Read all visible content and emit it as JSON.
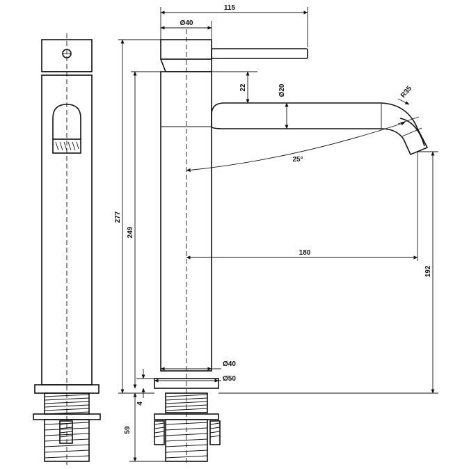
{
  "dimensions": {
    "overall_reach": "115",
    "handle_diameter": "Ø40",
    "spout_drop": "22",
    "spout_diameter": "Ø20",
    "bend_radius": "R35",
    "swivel_angle": "25°",
    "overall_height": "277",
    "body_height": "249",
    "spout_projection": "180",
    "outlet_height": "192",
    "body_diameter": "Ø40",
    "base_diameter": "Ø50",
    "base_thickness": "4",
    "thread_length": "59"
  },
  "colors": {
    "ink": "#111111",
    "background": "#ffffff"
  }
}
